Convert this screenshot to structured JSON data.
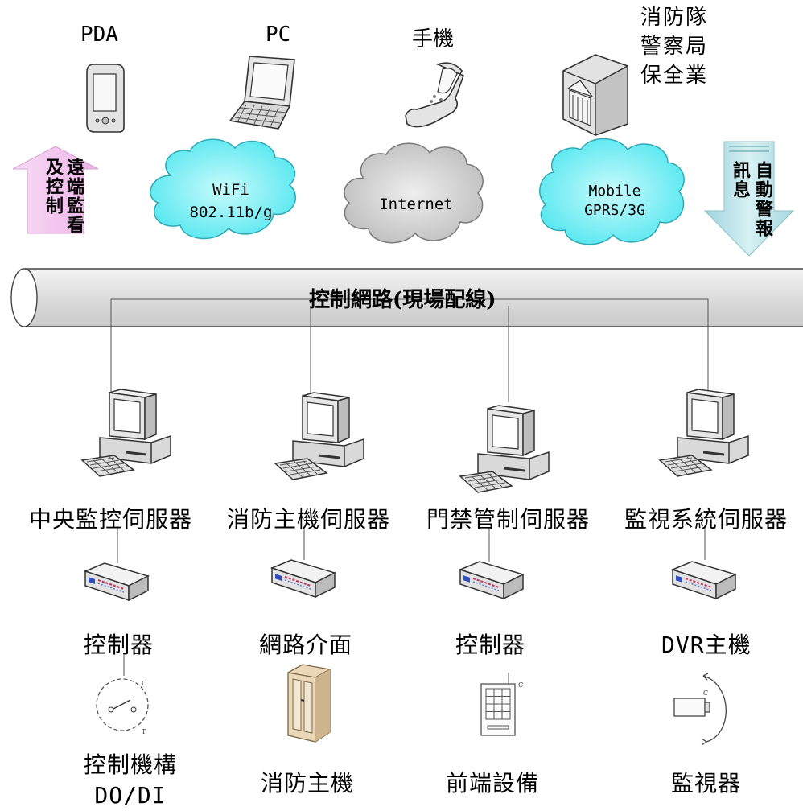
{
  "top_devices": {
    "pda": "PDA",
    "pc": "PC",
    "phone": "手機",
    "agencies": [
      "消防隊",
      "警察局",
      "保全業"
    ]
  },
  "arrows": {
    "left": {
      "col1": "及控制",
      "col2": "遠端監看",
      "color": "#f2c8ef"
    },
    "right": {
      "col1": "訊息",
      "col2": "自動警報",
      "color": "#c5ebee"
    }
  },
  "clouds": {
    "wifi": [
      "WiFi",
      "802.11b/g"
    ],
    "internet": "Internet",
    "mobile": [
      "Mobile",
      "GPRS/3G"
    ],
    "cyan": "#66f0f5",
    "gray": "#d6d6d6"
  },
  "pipe": {
    "label": "控制網路(現場配線)"
  },
  "servers": [
    "中央監控伺服器",
    "消防主機伺服器",
    "門禁管制伺服器",
    "監視系統伺服器"
  ],
  "controllers": [
    "控制器",
    "網路介面",
    "控制器",
    "DVR主機"
  ],
  "endpoints": [
    {
      "line1": "控制機構",
      "line2": "DO/DI"
    },
    {
      "line1": "消防主機"
    },
    {
      "line1": "前端設備"
    },
    {
      "line1": "監視器"
    }
  ]
}
